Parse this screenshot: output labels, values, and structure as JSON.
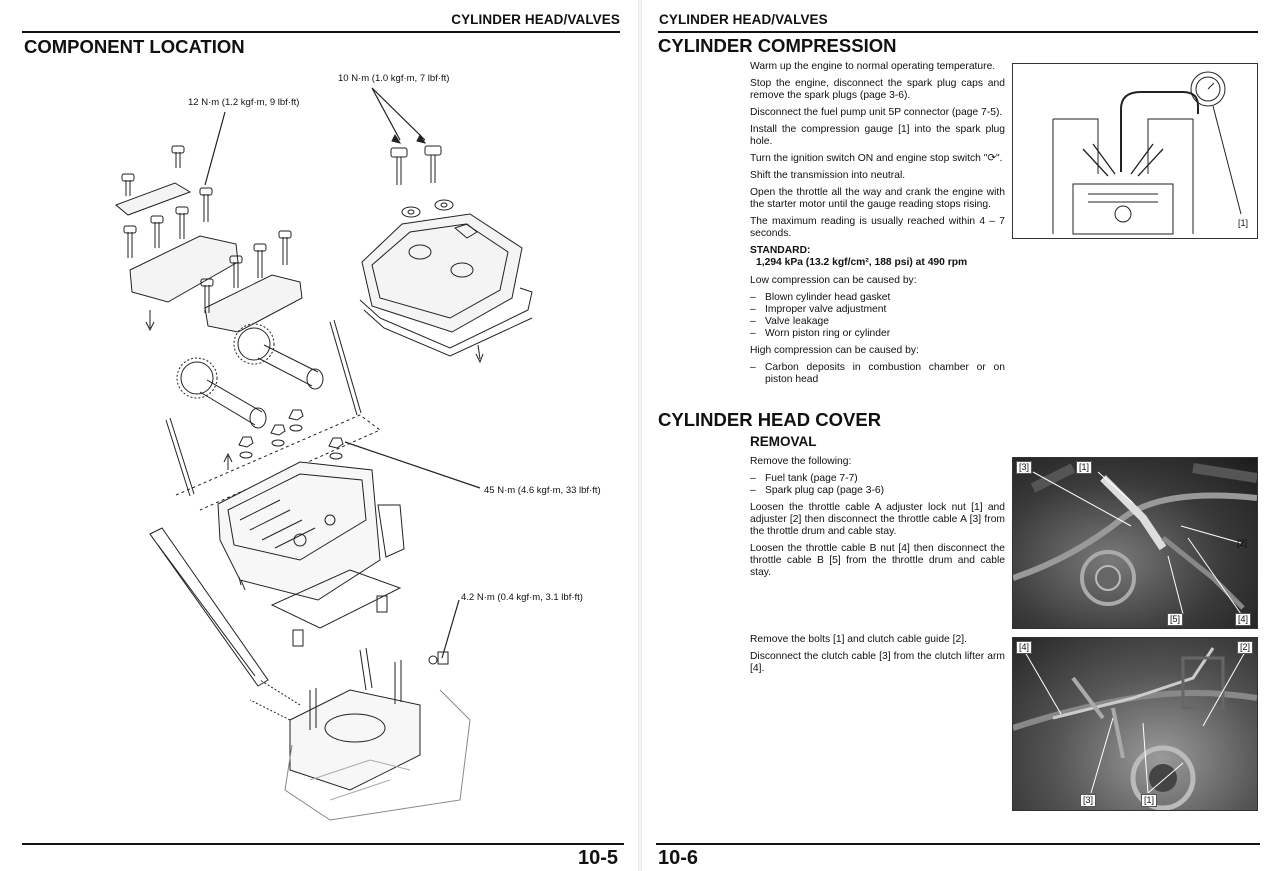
{
  "left_page": {
    "running_header": "CYLINDER HEAD/VALVES",
    "title": "COMPONENT LOCATION",
    "torques": {
      "cover_bolts": "10 N·m (1.0 kgf·m, 7 lbf·ft)",
      "holder_bolts": "12 N·m (1.2 kgf·m, 9 lbf·ft)",
      "head_nuts": "45 N·m (4.6 kgf·m, 33 lbf·ft)",
      "bolt": "4.2 N·m (0.4 kgf·m, 3.1 lbf·ft)"
    },
    "page_number": "10-5"
  },
  "right_page": {
    "running_header": "CYLINDER HEAD/VALVES",
    "compression": {
      "title": "CYLINDER COMPRESSION",
      "paragraphs": [
        "Warm up the engine to normal operating temperature.",
        "Stop the engine, disconnect the spark plug caps and remove the spark plugs (page 3-6).",
        "Disconnect the fuel pump unit 5P connector (page 7-5).",
        "Install the compression gauge [1] into the spark plug hole.",
        "Turn the ignition switch ON and engine stop switch \"⟳\".",
        "Shift the transmission into neutral.",
        "Open the throttle all the way and crank the engine with the starter motor until the gauge reading stops rising.",
        "The maximum reading is usually reached within 4 – 7 seconds."
      ],
      "standard_label": "STANDARD:",
      "standard_value": "1,294 kPa (13.2 kgf/cm², 188 psi) at 490 rpm",
      "low_intro": "Low compression can be caused by:",
      "low_causes": [
        "Blown cylinder head gasket",
        "Improper valve adjustment",
        "Valve leakage",
        "Worn piston ring or cylinder"
      ],
      "high_intro": "High compression can be caused by:",
      "high_causes": [
        "Carbon deposits in combustion chamber or on piston head"
      ],
      "figure_callout": "[1]"
    },
    "head_cover": {
      "title": "CYLINDER HEAD COVER",
      "subtitle": "REMOVAL",
      "remove_intro": "Remove the following:",
      "remove_items": [
        "Fuel tank (page 7-7)",
        "Spark plug cap (page 3-6)"
      ],
      "para_a": "Loosen the throttle cable A adjuster lock nut [1] and adjuster [2] then disconnect the throttle cable A [3] from the throttle drum and cable stay.",
      "para_b": "Loosen the throttle cable B nut [4] then disconnect the throttle cable B [5] from the throttle drum and cable stay.",
      "para_c": "Remove the bolts [1] and clutch cable guide [2].",
      "para_d": "Disconnect the clutch cable [3] from the clutch lifter arm [4].",
      "photo1_callouts": [
        "[3]",
        "[1]",
        "[2]",
        "[5]",
        "[4]"
      ],
      "photo2_callouts": [
        "[4]",
        "[2]",
        "[3]",
        "[1]"
      ]
    },
    "page_number": "10-6"
  }
}
